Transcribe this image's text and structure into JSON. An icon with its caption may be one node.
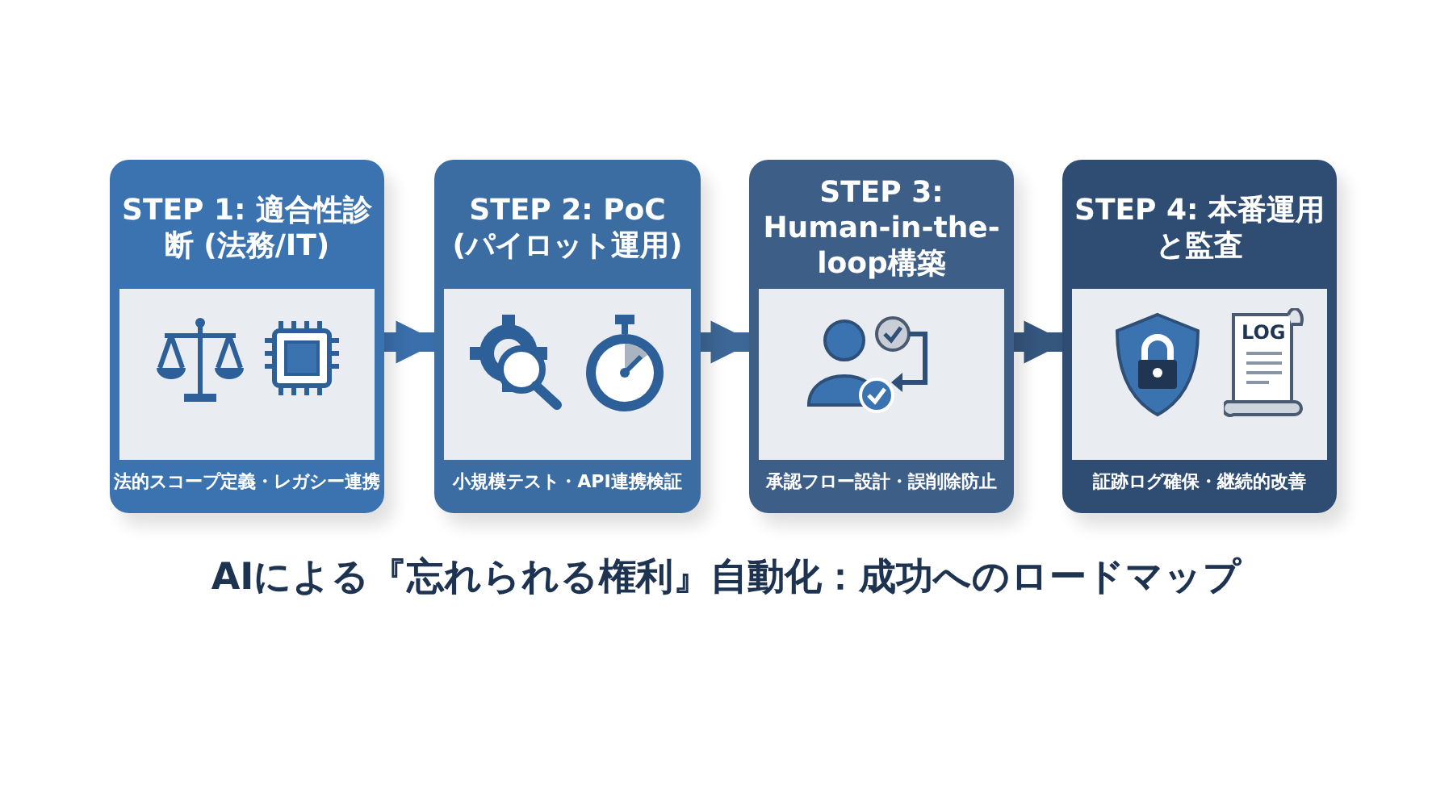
{
  "diagram": {
    "title": "AIによる『忘れられる権利』自動化：成功へのロードマップ",
    "nodes": [
      {
        "text": [
          "STEP 1: 適合性診断 (法務/IT)",
          "法的スコープ定義・レガシー連携"
        ]
      },
      {
        "text": [
          "STEP 2: PoC (パイロット運用)",
          "小規模テスト・API連携検証"
        ]
      },
      {
        "text": [
          "STEP 3: Human-in-the-loop構築",
          "承認フロー設計・誤削除防止"
        ]
      },
      {
        "text": [
          "STEP 4: 本番運用と監査",
          "証跡ログ確保・継続的改善"
        ]
      }
    ],
    "edges": [
      {
        "from": 0,
        "to": 1,
        "arrow": "to"
      },
      {
        "from": 1,
        "to": 2,
        "arrow": "to"
      },
      {
        "from": 2,
        "to": 3,
        "arrow": "to"
      }
    ],
    "labels": [
      "LOG"
    ]
  }
}
